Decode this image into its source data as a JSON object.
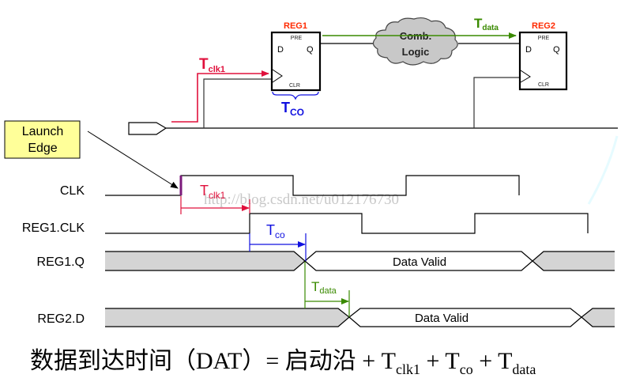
{
  "colors": {
    "red": "#e0103c",
    "blue": "#1010e0",
    "green": "#3a8a00",
    "reg_label": "#ff2a00",
    "launch_fill": "#ffff99",
    "bus_fill": "#d4d4d4",
    "cloud_fill": "#c8c8c8",
    "launch_edge": "#7b1a7b"
  },
  "circuit": {
    "reg1": {
      "name": "REG1",
      "pre": "PRE",
      "clr": "CLR",
      "d": "D",
      "q": "Q"
    },
    "reg2": {
      "name": "REG2",
      "pre": "PRE",
      "clr": "CLR",
      "d": "D",
      "q": "Q"
    },
    "cloud": {
      "line1": "Comb.",
      "line2": "Logic"
    },
    "tclk1": {
      "main": "T",
      "sub": "clk1"
    },
    "tco": {
      "main": "T",
      "sub": "CO"
    },
    "tdata": {
      "main": "T",
      "sub": "data"
    }
  },
  "launch_edge_box": {
    "line1": "Launch",
    "line2": "Edge"
  },
  "timing": {
    "signals": [
      "CLK",
      "REG1.CLK",
      "REG1.Q",
      "REG2.D"
    ],
    "tclk1": {
      "main": "T",
      "sub": "clk1"
    },
    "tco": {
      "main": "T",
      "sub": "co"
    },
    "tdata": {
      "main": "T",
      "sub": "data"
    },
    "reg1q_valid": "Data Valid",
    "reg2d_valid": "Data Valid"
  },
  "watermark": "http://blog.csdn.net/u012176730",
  "formula": {
    "prefix": "数据到达时间（DAT）= 启动沿 + T",
    "sub1": "clk1",
    "plus2": " + T",
    "sub2": "co",
    "plus3": " + T",
    "sub3": "data"
  }
}
